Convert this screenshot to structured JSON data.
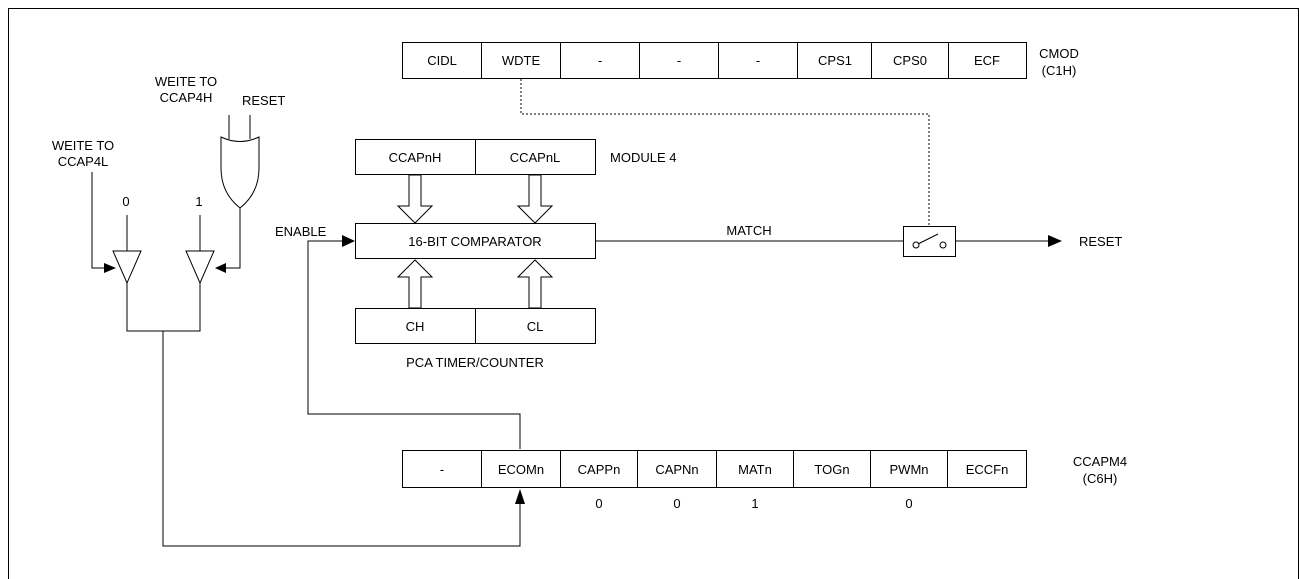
{
  "cmod": {
    "bits": [
      "CIDL",
      "WDTE",
      "-",
      "-",
      "-",
      "CPS1",
      "CPS0",
      "ECF"
    ],
    "name": "CMOD",
    "addr": "(C1H)"
  },
  "module": {
    "high": "CCAPnH",
    "low": "CCAPnL",
    "label": "MODULE 4",
    "comparator": "16-BIT COMPARATOR",
    "enable": "ENABLE",
    "match": "MATCH",
    "reset_out": "RESET"
  },
  "timer": {
    "high": "CH",
    "low": "CL",
    "label": "PCA TIMER/COUNTER"
  },
  "gates": {
    "write_high_line1": "WEITE TO",
    "write_high_line2": "CCAP4H",
    "reset_in": "RESET",
    "write_low_line1": "WEITE TO",
    "write_low_line2": "CCAP4L",
    "val_0": "0",
    "val_1": "1"
  },
  "ccapm": {
    "bits": [
      "-",
      "ECOMn",
      "CAPPn",
      "CAPNn",
      "MATn",
      "TOGn",
      "PWMn",
      "ECCFn"
    ],
    "values": [
      "",
      "",
      "0",
      "0",
      "1",
      "",
      "0",
      ""
    ],
    "name": "CCAPM4",
    "addr": "(C6H)"
  }
}
